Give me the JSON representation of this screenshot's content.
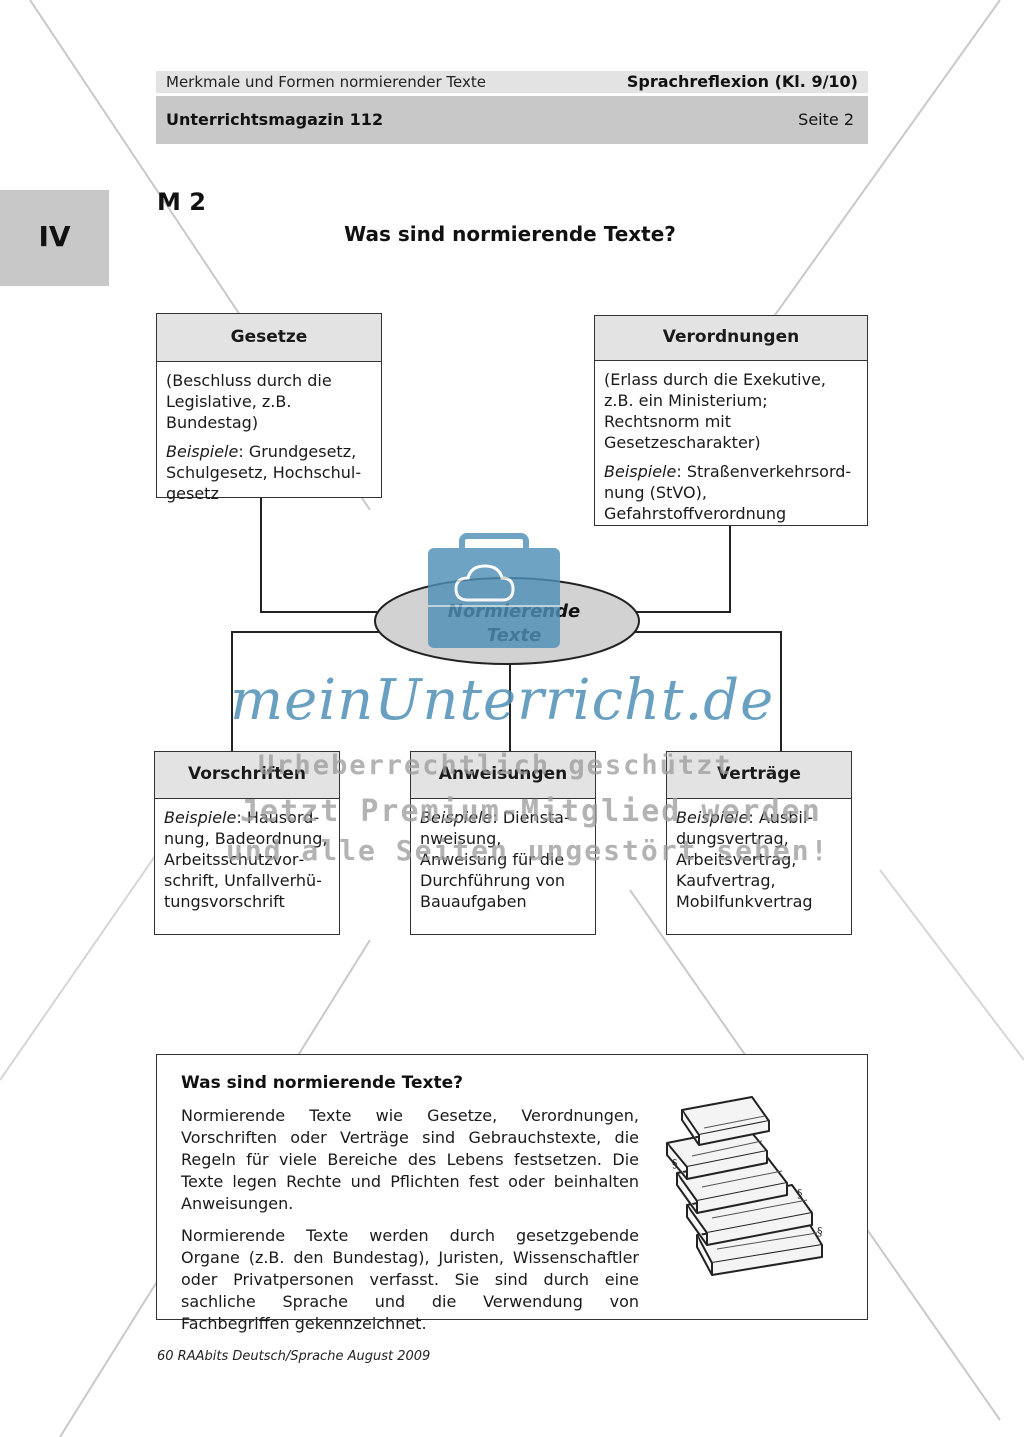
{
  "header": {
    "topic": "Merkmale und Formen normierender Texte",
    "subject": "Sprachreflexion (Kl. 9/10)",
    "magazine": "Unterrichtsmagazin 112",
    "page": "Seite 2"
  },
  "side_tab": "IV",
  "material_label": "M 2",
  "title": "Was sind normierende Texte?",
  "center": {
    "line1": "Normierende",
    "line2": "Texte"
  },
  "boxes": {
    "gesetze": {
      "title": "Gesetze",
      "desc": "(Beschluss durch die Legis­lative, z.B. Bundestag)",
      "examples_label": "Beispiele",
      "examples": ": Grundgesetz, Schulgesetz, Hochschul­gesetz"
    },
    "verordnungen": {
      "title": "Verordnungen",
      "desc": "(Erlass durch die Exekutive, z.B. ein Ministerium; Rechtsnorm mit Gesetzescharakter)",
      "examples_label": "Beispiele",
      "examples": ": Straßenverkehrsord­nung (StVO), Gefahrstoffverord­nung"
    },
    "vorschriften": {
      "title": "Vorschriften",
      "examples_label": "Beispiele",
      "examples": ": Hausord­nung, Badeordnung, Arbeitsschutzvor­schrift, Unfallverhü­tungsvorschrift"
    },
    "anweisungen": {
      "title": "Anweisungen",
      "examples_label": "Beispiele",
      "examples": ": Diensta­nweisung, Anweisung für die Durchführung von Bauaufgaben"
    },
    "vertraege": {
      "title": "Verträge",
      "examples_label": "Beispiele",
      "examples": ": Ausbil­dungsvertrag, Arbeitsvertrag, Kauf­vertrag, Mobilfunk­vertrag"
    }
  },
  "watermark": {
    "brand": "meinUnterricht.de",
    "line1": "Urheberrechtlich geschützt",
    "line2": "Jetzt Premium-Mitglied werden",
    "line3": "und alle Seiten ungestört sehen!"
  },
  "info": {
    "heading": "Was sind normierende Texte?",
    "p1": "Normierende Texte wie Gesetze, Verordnungen, Vorschrif­ten oder Verträge sind Gebrauchstexte, die Regeln für viele Bereiche des Lebens festsetzen. Die Texte legen Rech­te und Pflichten fest oder beinhalten Anweisungen.",
    "p2": "Normierende Texte werden durch gesetzgebende Organe (z.B. den Bundestag), Juristen, Wissenschaftler oder Privatpersonen verfasst. Sie sind durch eine sachliche Sprache und die Verwendung von Fachbegriffen gekenn­zeichnet."
  },
  "footer": "60 RAAbits Deutsch/Sprache August 2009",
  "colors": {
    "header_light": "#e3e3e3",
    "header_dark": "#c8c8c8",
    "watermark_blue": "#4f8fb6"
  }
}
